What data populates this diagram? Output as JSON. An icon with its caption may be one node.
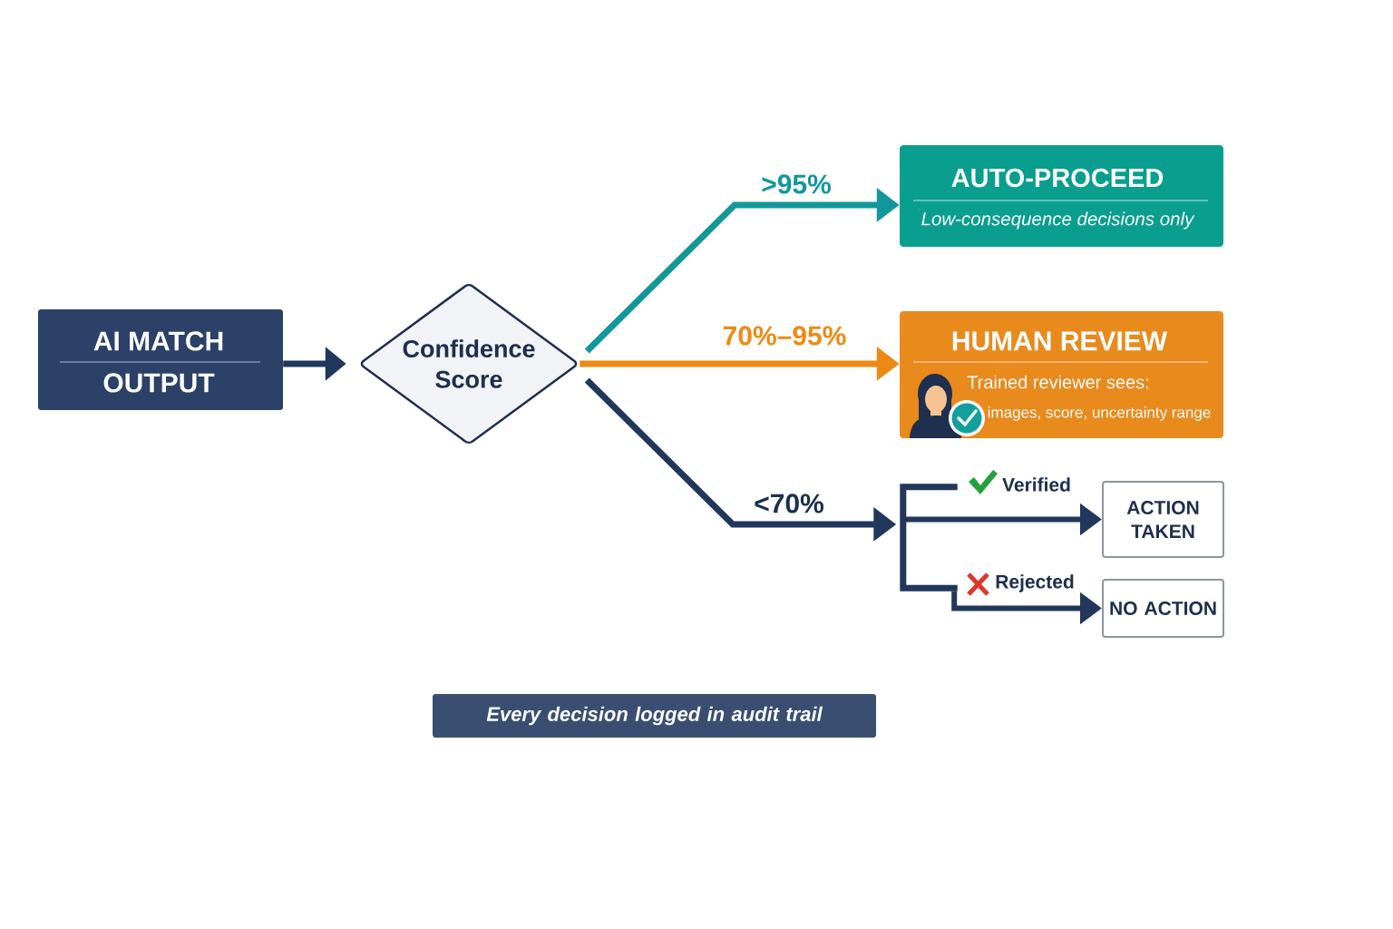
{
  "diagram": {
    "nodes": [
      {
        "text": [
          "AI MATCH",
          "OUTPUT"
        ]
      },
      {
        "text": [
          "Confidence Score"
        ]
      },
      {
        "text": [
          "AUTO-PROCEED",
          "Low-consequence decisions only"
        ]
      },
      {
        "text": [
          "HUMAN REVIEW",
          "Trained reviewer sees:",
          "images, score, uncertainty range"
        ]
      },
      {
        "text": [],
        "shape": "bracket"
      },
      {
        "text": [
          "ACTION TAKEN"
        ]
      },
      {
        "text": [
          "NO ACTION"
        ]
      },
      {
        "text": [
          "Every decision logged in audit trail"
        ]
      }
    ],
    "edges": [
      {
        "from": 0,
        "to": 1,
        "arrow": "to"
      },
      {
        "from": 1,
        "to": 2,
        "arrow": "to",
        "label": ">95%",
        "color": "#12989a"
      },
      {
        "from": 1,
        "to": 3,
        "arrow": "to",
        "label": "70%–95%",
        "color": "#ec8a14"
      },
      {
        "from": 1,
        "to": 4,
        "arrow": "to",
        "label": "<70%"
      },
      {
        "from": 4,
        "to": 5,
        "arrow": "to",
        "label": "Verified"
      },
      {
        "from": 4,
        "to": 6,
        "arrow": "to",
        "label": "Rejected"
      }
    ]
  }
}
